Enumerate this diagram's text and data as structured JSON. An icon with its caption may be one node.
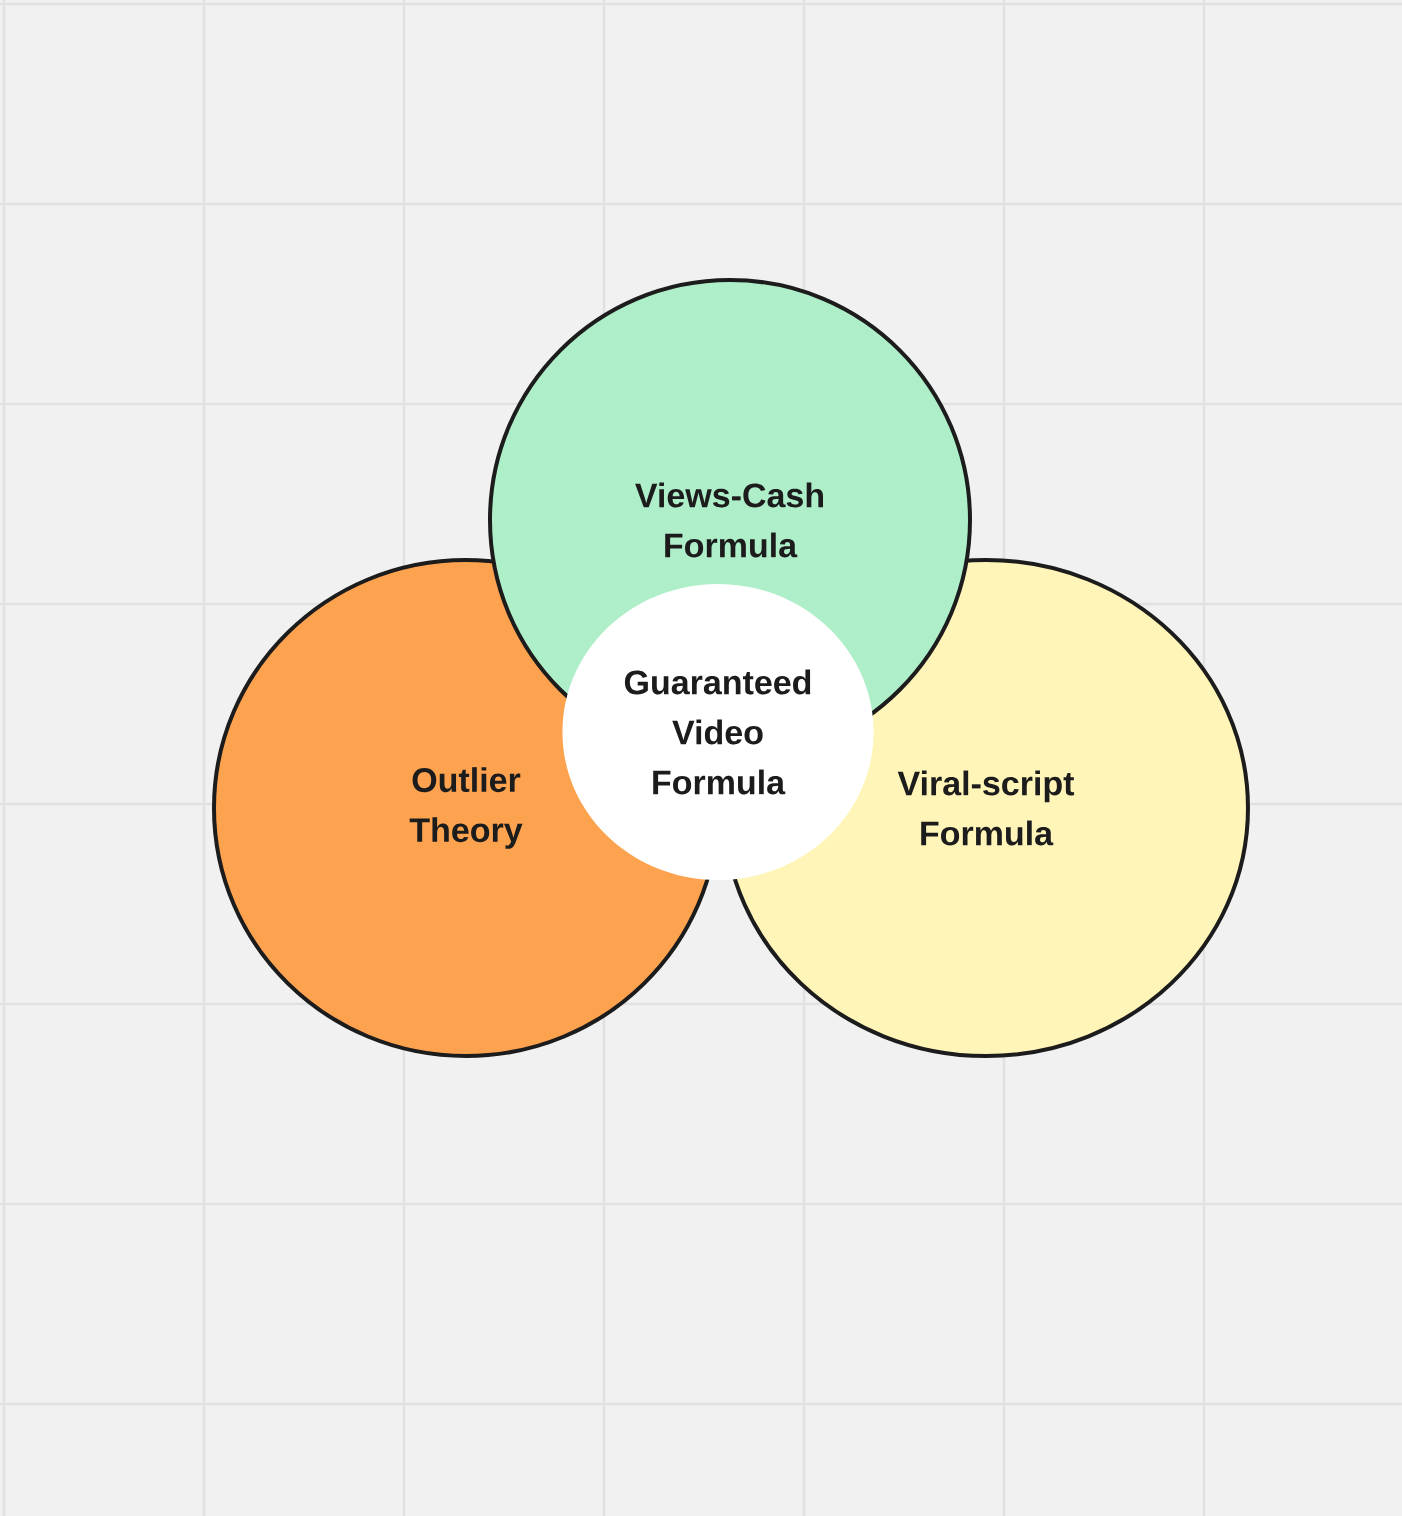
{
  "diagram": {
    "nodes": [
      {
        "text": [
          "Views-Cash Formula"
        ]
      },
      {
        "text": [
          "Guaranteed Video Formula"
        ]
      },
      {
        "text": [
          "Outlier Theory"
        ]
      },
      {
        "text": [
          "Viral-script Formula"
        ]
      }
    ]
  }
}
